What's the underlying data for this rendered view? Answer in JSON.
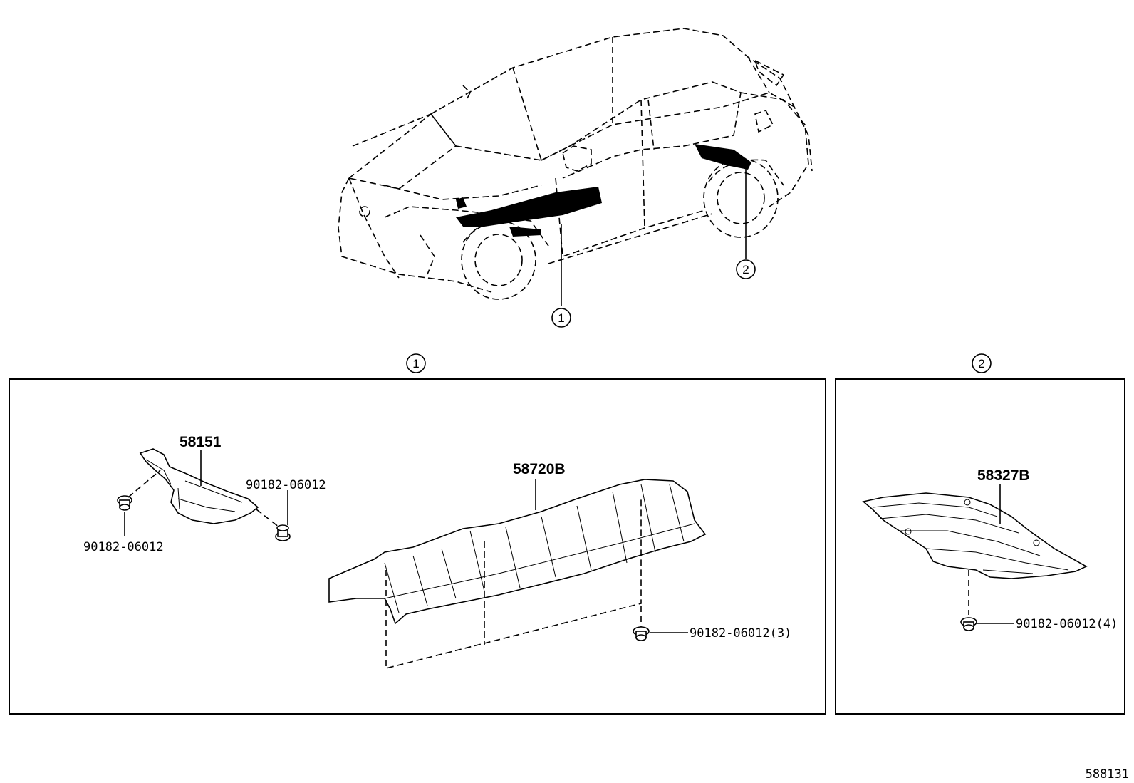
{
  "callouts": {
    "one": "1",
    "two": "2"
  },
  "parts": {
    "p58151": "58151",
    "p58720b": "58720B",
    "p58327b": "58327B",
    "clip_right": "90182-06012",
    "clip_left": "90182-06012",
    "clip_main": "90182-06012(3)",
    "clip_rear": "90182-06012(4)"
  },
  "diagram_id": "588131"
}
